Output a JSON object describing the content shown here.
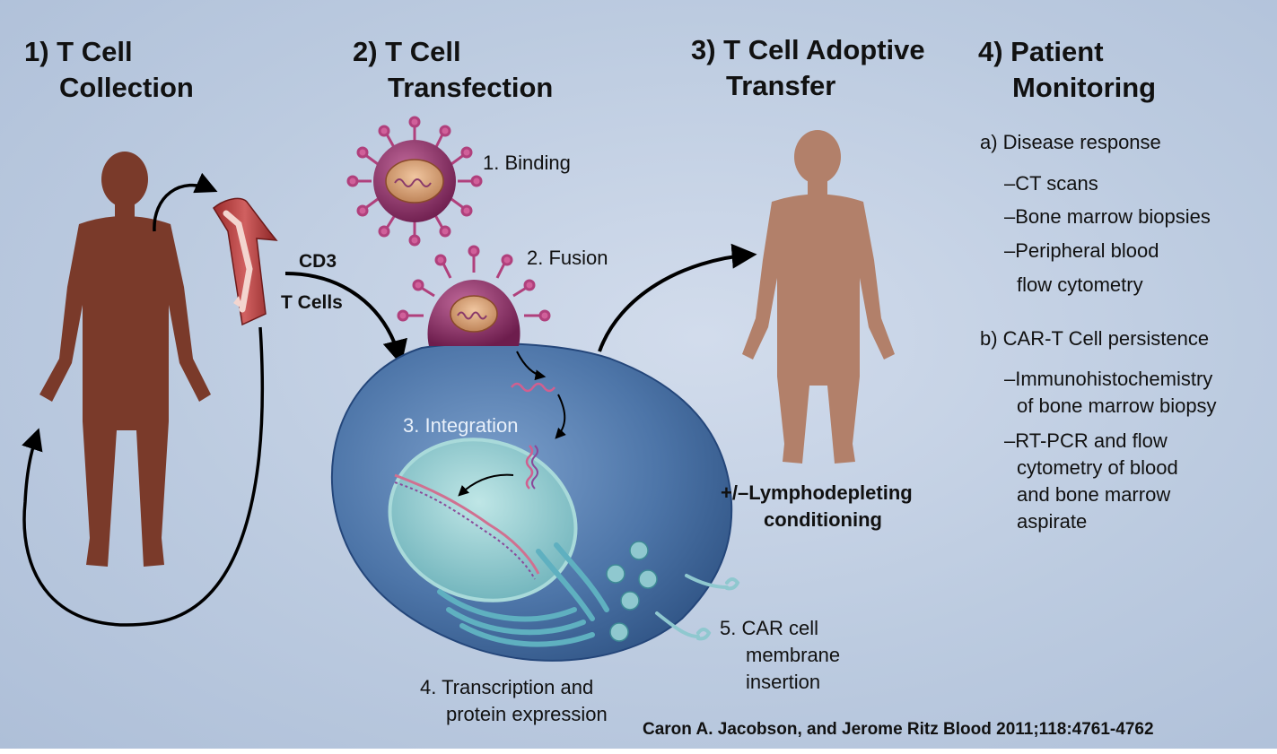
{
  "steps": [
    {
      "line1": "1) T Cell",
      "line2": "Collection"
    },
    {
      "line1": "2) T Cell",
      "line2": "Transfection"
    },
    {
      "line1": "3) T Cell Adoptive",
      "line2": "Transfer"
    },
    {
      "line1": "4) Patient",
      "line2": "Monitoring"
    }
  ],
  "collection": {
    "cd3_label": "CD3",
    "t_cells_label": "T Cells"
  },
  "transfection": {
    "binding": "1. Binding",
    "fusion": "2. Fusion",
    "integration": "3. Integration",
    "transcription_line1": "4. Transcription and",
    "transcription_line2": "protein expression",
    "car_line1": "5. CAR cell",
    "car_line2": "membrane",
    "car_line3": "insertion"
  },
  "transfer": {
    "conditioning_line1": "+/–Lymphodepleting",
    "conditioning_line2": "conditioning"
  },
  "monitoring": {
    "a_title": "a) Disease response",
    "a_items": [
      "–CT scans",
      "–Bone marrow biopsies",
      "–Peripheral blood",
      "flow cytometry"
    ],
    "b_title": "b) CAR-T Cell persistence",
    "b_items": [
      "–Immunohistochemistry",
      "of bone marrow biopsy",
      "–RT-PCR and flow",
      "cytometry of blood",
      "and bone marrow",
      "aspirate"
    ]
  },
  "citation": "Caron A. Jacobson, and Jerome Ritz Blood 2011;118:4761-4762"
}
